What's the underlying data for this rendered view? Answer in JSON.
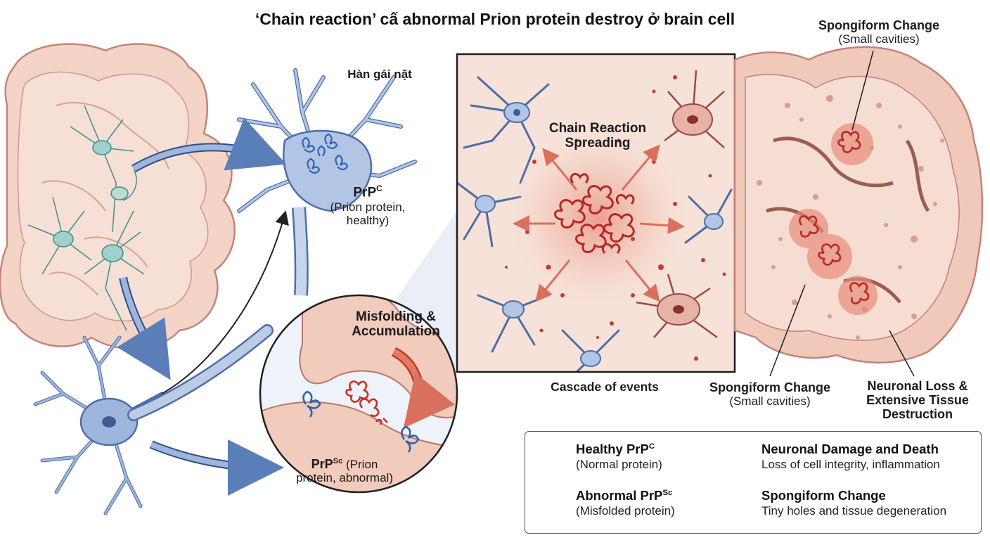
{
  "title": "‘Chain reaction’ cấ abnormal Prion protein destroy ở brain cell",
  "labels": {
    "neuron_heading": "Hàn gái nặt",
    "prpc_name": "PrP",
    "prpc_sup": "C",
    "prpc_desc_1": "(Prion protein,",
    "prpc_desc_2": "healthy)",
    "misfolding_1": "Misfolding &",
    "misfolding_2": "Accumulation",
    "prpsc_name": "PrP",
    "prpsc_sup": "Sc",
    "prpsc_desc_1": " (Prion",
    "prpsc_desc_2": "protein, abnormal)",
    "chain_1": "Chain Reaction",
    "chain_2": "Spreading",
    "cascade": "Cascade of events",
    "sponge_top_1": "Spongiform Change",
    "sponge_top_2": "(Small cavities)",
    "sponge_bottom_1": "Spongiform Change",
    "sponge_bottom_2": "(Small cavities)",
    "loss_1": "Neuronal Loss &",
    "loss_2": "Extensive Tissue",
    "loss_3": "Destruction"
  },
  "legend": {
    "healthy": {
      "title": "Healthy PrP",
      "sup": "C",
      "desc": "(Normal protein)",
      "icon": "healthy-protein-icon"
    },
    "abnormal": {
      "title": "Abnormal PrP",
      "sup": "Sc",
      "desc": "(Misfolded protein)",
      "icon": "misfolded-protein-icon"
    },
    "damage": {
      "title": "Neuronal Damage and Death",
      "desc": "Loss of cell integrity, inflammation",
      "icon": "damaged-cell-icon"
    },
    "spongiform": {
      "title": "Spongiform Change",
      "desc": "Tiny holes and tissue degeneration",
      "icon": "spongiform-tissue-icon"
    }
  },
  "colors": {
    "tissue": "#f3d4c6",
    "tissue_edge": "#c48478",
    "neuron_blue": "#9fb6dc",
    "neuron_edge": "#4d6ea6",
    "prion_red": "#d33a31",
    "healthy_blue": "#3d79c4",
    "teal_neuron": "#9fd0cb"
  }
}
